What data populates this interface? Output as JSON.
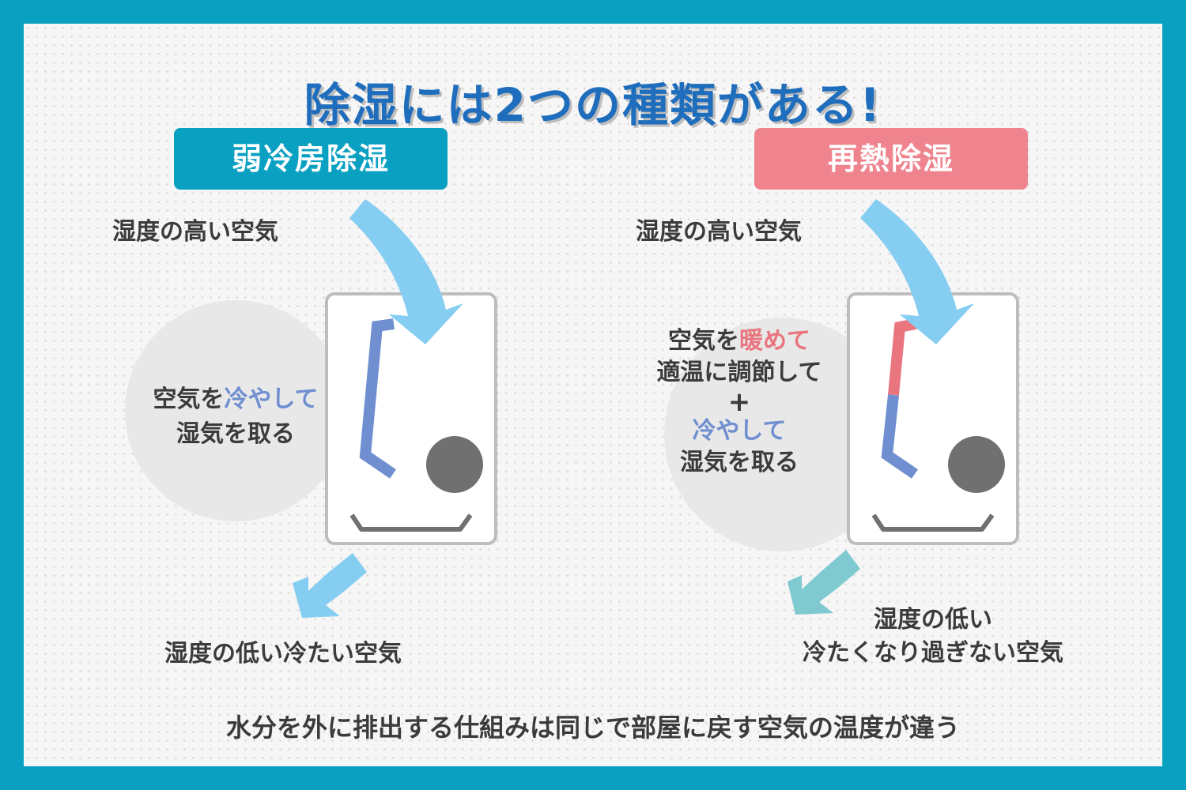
{
  "title": "除湿には2つの種類がある!",
  "left": {
    "heading": "弱冷房除湿",
    "input_air": "湿度の高い空気",
    "process_part1": "空気を",
    "process_highlight": "冷やして",
    "process_line2": "湿気を取る",
    "output_air": "湿度の低い冷たい空気"
  },
  "right": {
    "heading": "再熱除湿",
    "input_air": "湿度の高い空気",
    "process_part1": "空気を",
    "process_highlight": "暖めて",
    "process_line2": "適温に調節して",
    "plus": "+",
    "process_line3_highlight": "冷やして",
    "process_line4": "湿気を取る",
    "output_line1": "湿度の低い",
    "output_line2": "冷たくなり過ぎない空気"
  },
  "footer": "水分を外に排出する仕組みは同じで部屋に戻す空気の温度が違う",
  "colors": {
    "border": "#0aa0c2",
    "title": "#1f6dbd",
    "cool": "#6f8fd0",
    "warm": "#e9757f",
    "arrow_in": "#86cdf2",
    "arrow_out_right": "#7fc9d1",
    "fan": "#707070"
  }
}
